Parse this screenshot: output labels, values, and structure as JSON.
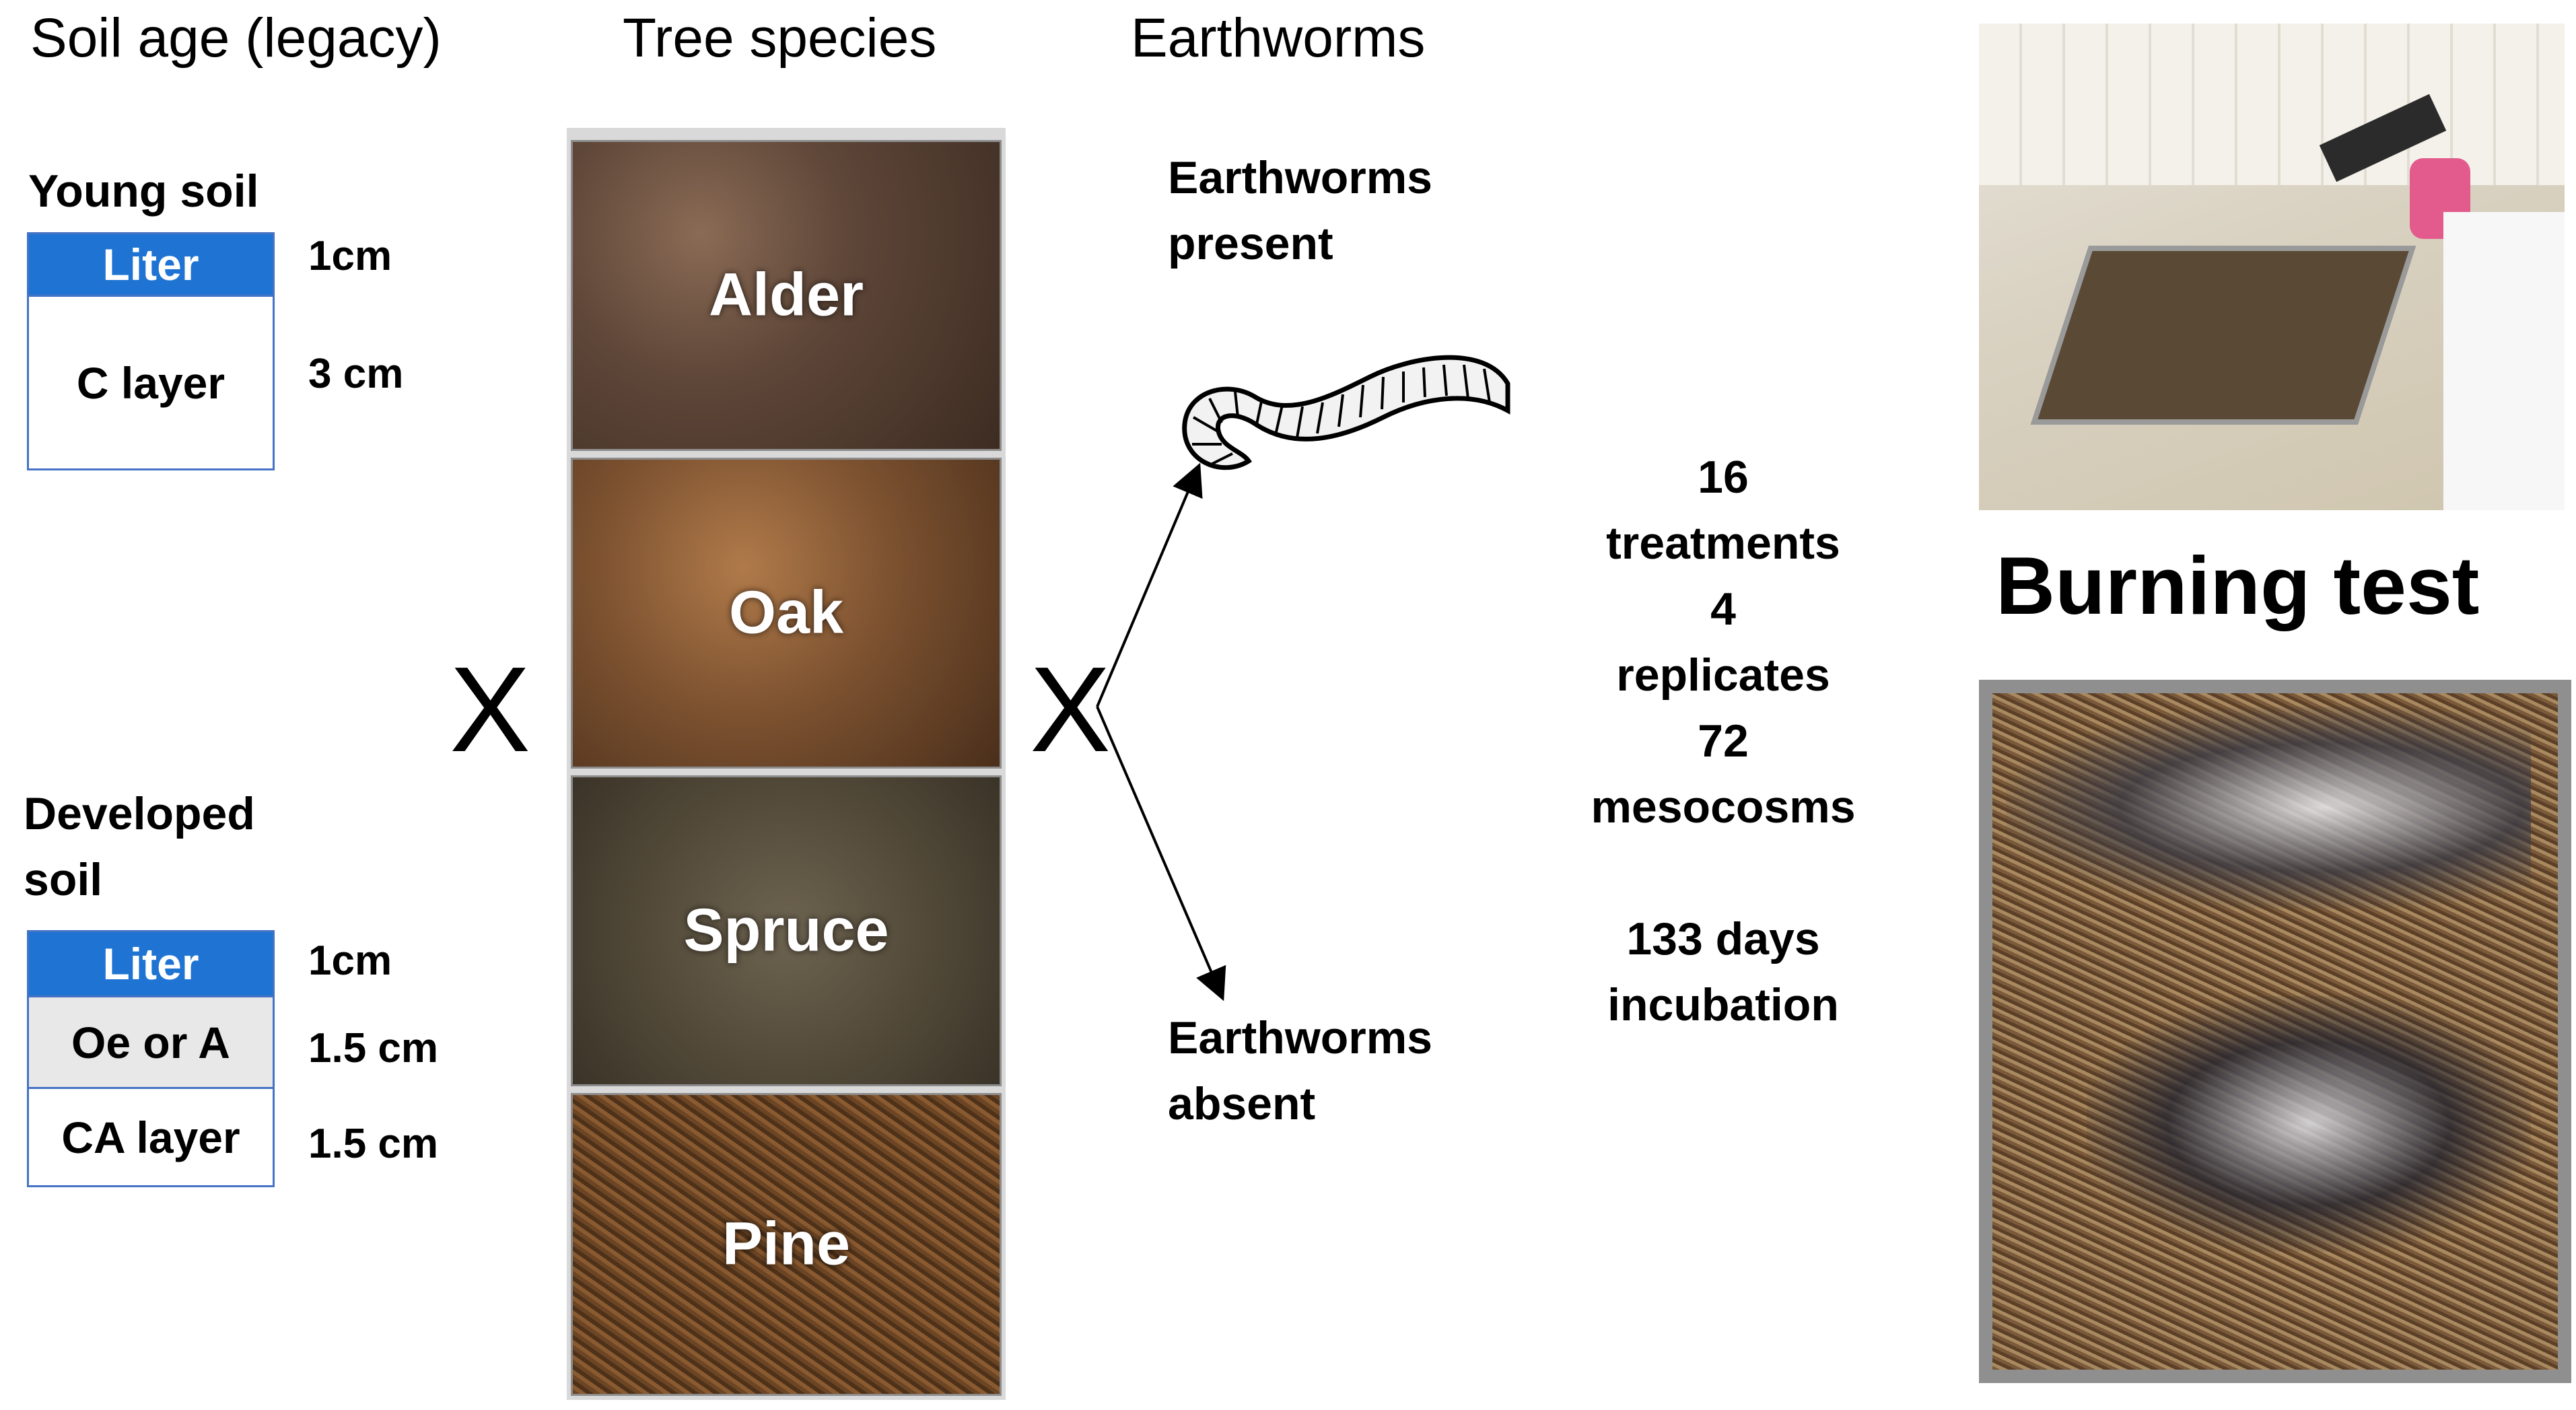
{
  "headers": {
    "soil_age": "Soil  age (legacy)",
    "tree_species": "Tree species",
    "earthworms": "Earthworms"
  },
  "young_soil": {
    "title": "Young soil",
    "layers": [
      {
        "name": "Liter",
        "depth": "1cm"
      },
      {
        "name": "C layer",
        "depth": "3 cm"
      }
    ]
  },
  "developed_soil": {
    "title_line1": "Developed",
    "title_line2": "soil",
    "layers": [
      {
        "name": "Liter",
        "depth": "1cm"
      },
      {
        "name": "Oe or A",
        "depth": "1.5 cm"
      },
      {
        "name": "CA layer",
        "depth": "1.5 cm"
      }
    ]
  },
  "cross_symbol": "X",
  "species": [
    "Alder",
    "Oak",
    "Spruce",
    "Pine"
  ],
  "earthworm_states": {
    "present_line1": "Earthworms",
    "present_line2": "present",
    "absent_line1": "Earthworms",
    "absent_line2": "absent"
  },
  "design": {
    "line1": "16",
    "line2": "treatments",
    "line3": "4",
    "line4": "replicates",
    "line5": "72",
    "line6": "mesocosms",
    "line7": "133 days",
    "line8": "incubation"
  },
  "burning_test_label": "Burning test",
  "icons": {
    "worm": "earthworm-icon",
    "arrow": "branch-arrow-icon"
  },
  "colors": {
    "liter_blue": "#1f74d3",
    "layer_border": "#4472c4",
    "layer_grey": "#e8e8e8"
  }
}
